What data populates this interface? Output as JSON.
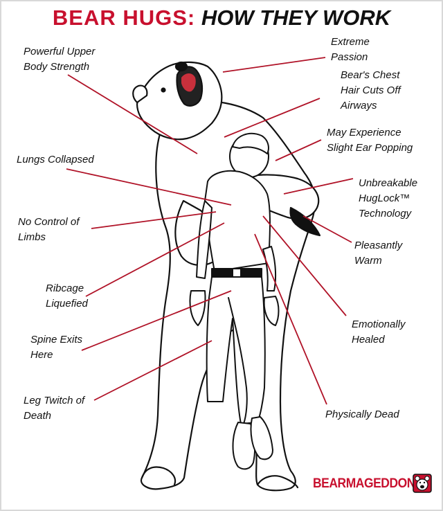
{
  "title": {
    "part1": "BEAR HUGS:",
    "part2": "HOW THEY WORK"
  },
  "labels": {
    "upper_body": [
      "Powerful Upper",
      "Body Strength"
    ],
    "passion": [
      "Extreme",
      "Passion"
    ],
    "chest_hair": [
      "Bear's Chest",
      "Hair Cuts Off",
      "Airways"
    ],
    "ear_popping": [
      "May Experience",
      "Slight Ear Popping"
    ],
    "lungs": [
      "Lungs Collapsed"
    ],
    "huglock": [
      "Unbreakable",
      "HugLock™",
      "Technology"
    ],
    "limbs": [
      "No Control of",
      "Limbs"
    ],
    "warm": [
      "Pleasantly",
      "Warm"
    ],
    "ribcage": [
      "Ribcage",
      "Liquefied"
    ],
    "emotionally": [
      "Emotionally",
      "Healed"
    ],
    "spine": [
      "Spine Exits",
      "Here"
    ],
    "leg_twitch": [
      "Leg Twitch of",
      "Death"
    ],
    "dead": [
      "Physically Dead"
    ]
  },
  "brand": {
    "name": "BEARMAGEDDON",
    "logo_icon": "bear-face-icon"
  },
  "colors": {
    "accent_red": "#c8102e",
    "line": "#b01227",
    "ink": "#111111"
  }
}
